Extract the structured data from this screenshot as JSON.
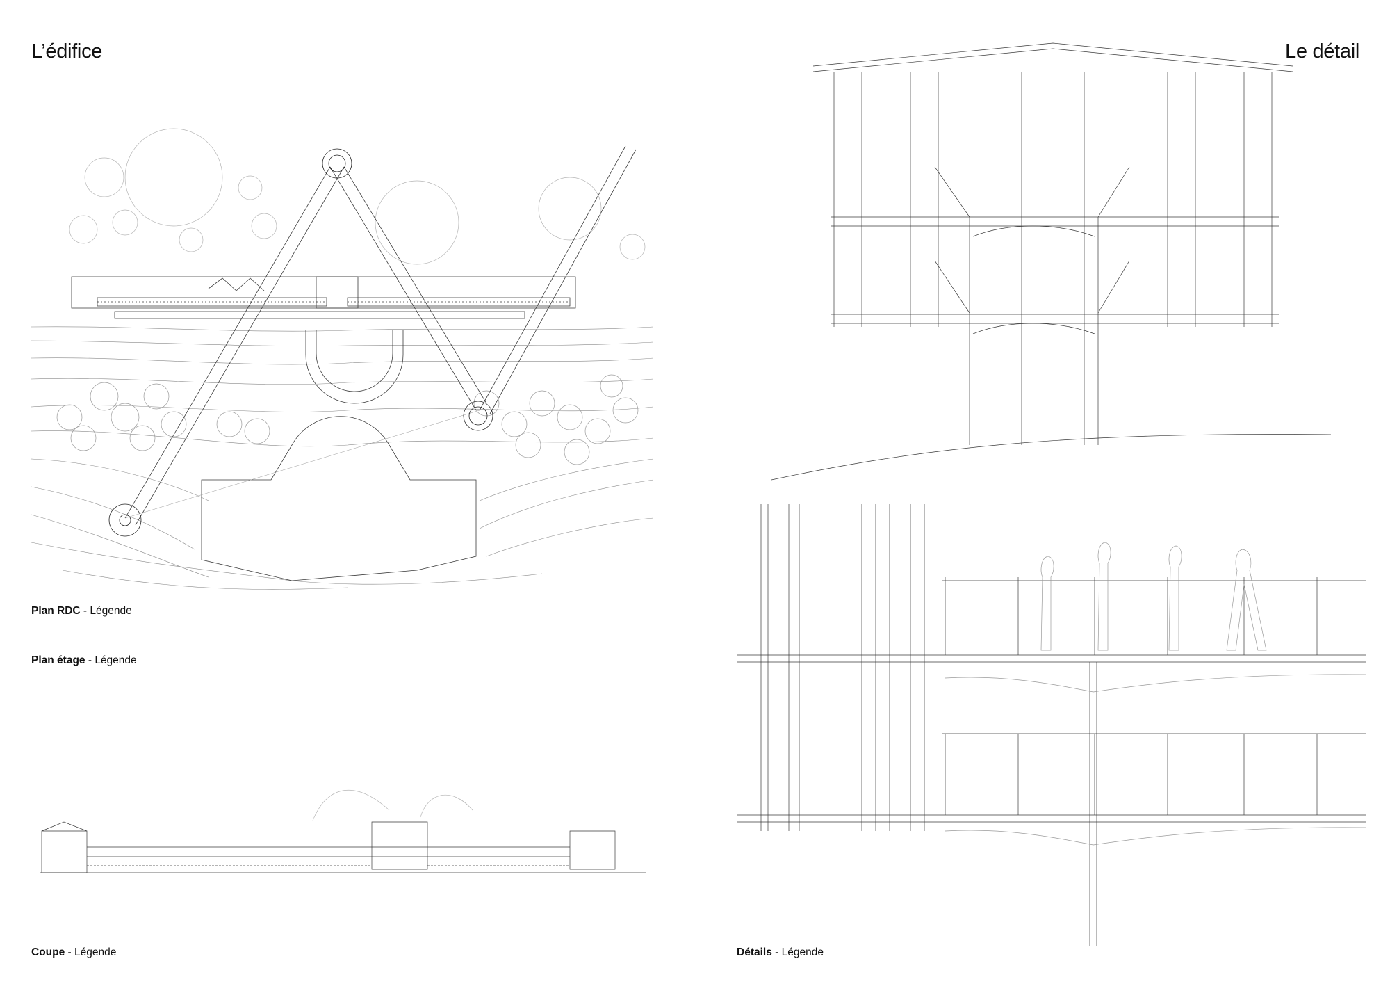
{
  "page": {
    "title_left": "L’édifice",
    "title_right": "Le détail"
  },
  "captions": {
    "plan_rdc": {
      "label": "Plan RDC",
      "sep": " - ",
      "legend": "Légende"
    },
    "plan_etage": {
      "label": "Plan étage",
      "sep": " - ",
      "legend": "Légende"
    },
    "coupe": {
      "label": "Coupe",
      "sep": " - ",
      "legend": "Légende"
    },
    "details": {
      "label": "Détails",
      "sep": " - ",
      "legend": "Légende"
    }
  },
  "colors": {
    "line": "#3a3a3a",
    "light_line": "#9a9a9a",
    "tree": "#b5b5b5"
  }
}
